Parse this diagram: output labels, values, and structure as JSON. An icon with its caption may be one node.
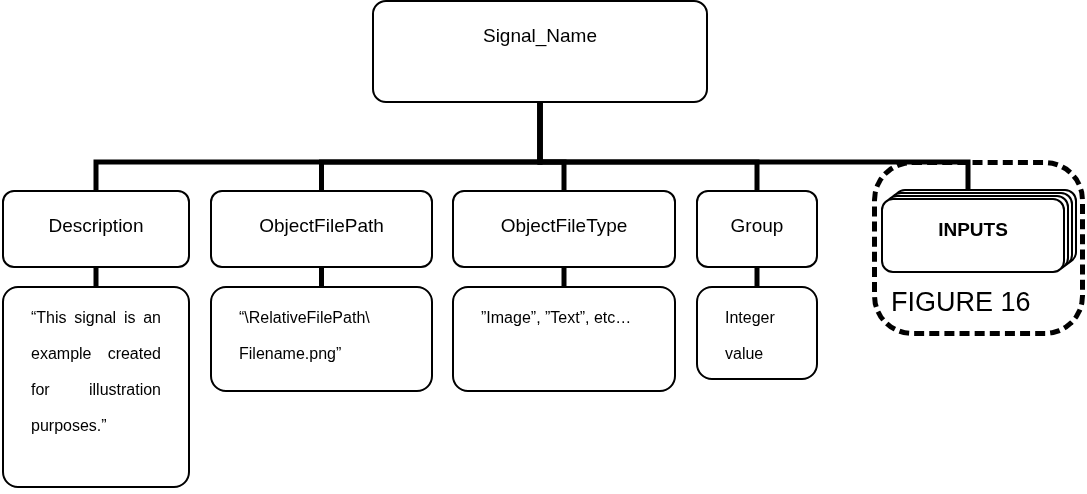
{
  "diagram": {
    "nodes": [
      {
        "text": [
          "Signal_Name"
        ]
      },
      {
        "text": [
          "Description"
        ]
      },
      {
        "text": [
          "ObjectFilePath"
        ]
      },
      {
        "text": [
          "ObjectFileType"
        ]
      },
      {
        "text": [
          "Group"
        ]
      },
      {
        "text": [
          "FIGURE 16"
        ]
      },
      {
        "text": [
          "INPUTS"
        ],
        "in": 5
      },
      {
        "text": [
          "“This signal is an example created for illustration purposes.”"
        ]
      },
      {
        "text": [
          "“\\RelativeFilePath\\ Filename.png”"
        ]
      },
      {
        "text": [
          "”Image”, ”Text”, etc…"
        ]
      },
      {
        "text": [
          "Integer value"
        ]
      }
    ],
    "edges": [
      {
        "from": 0,
        "to": 1,
        "arrow": "none"
      },
      {
        "from": 0,
        "to": 2,
        "arrow": "none"
      },
      {
        "from": 0,
        "to": 3,
        "arrow": "none"
      },
      {
        "from": 0,
        "to": 4,
        "arrow": "none"
      },
      {
        "from": 0,
        "to": 6,
        "arrow": "none"
      },
      {
        "from": 1,
        "to": 7,
        "arrow": "none"
      },
      {
        "from": 2,
        "to": 8,
        "arrow": "none"
      },
      {
        "from": 3,
        "to": 9,
        "arrow": "none"
      },
      {
        "from": 4,
        "to": 10,
        "arrow": "none"
      }
    ]
  }
}
